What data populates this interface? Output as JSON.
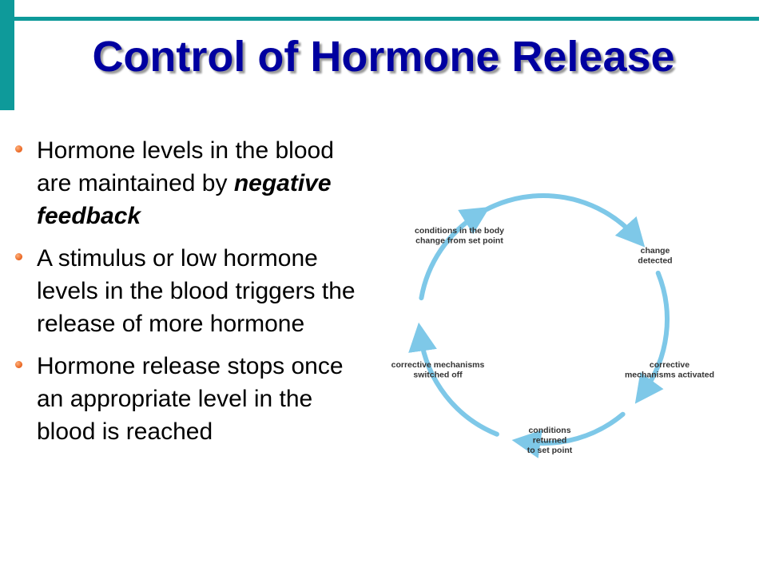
{
  "slide": {
    "title": "Control of Hormone Release",
    "title_color": "#0000a0",
    "accent_color": "#0e9a9a"
  },
  "bullets": [
    {
      "text": "Hormone levels in the blood are maintained by ",
      "emphasis": "negative feedback"
    },
    {
      "text": "A stimulus or low hormone levels in the blood triggers the release of more hormone",
      "emphasis": ""
    },
    {
      "text": "Hormone release stops once an appropriate level in the blood is reached",
      "emphasis": ""
    }
  ],
  "diagram": {
    "arrow_color": "#7ec8e8",
    "steps": [
      {
        "lines": [
          "conditions in the body",
          "change from set point"
        ]
      },
      {
        "lines": [
          "change",
          "detected"
        ]
      },
      {
        "lines": [
          "corrective",
          "mechanisms activated"
        ]
      },
      {
        "lines": [
          "conditions",
          "returned",
          "to set point"
        ]
      },
      {
        "lines": [
          "corrective mechanisms",
          "switched off"
        ]
      }
    ]
  }
}
